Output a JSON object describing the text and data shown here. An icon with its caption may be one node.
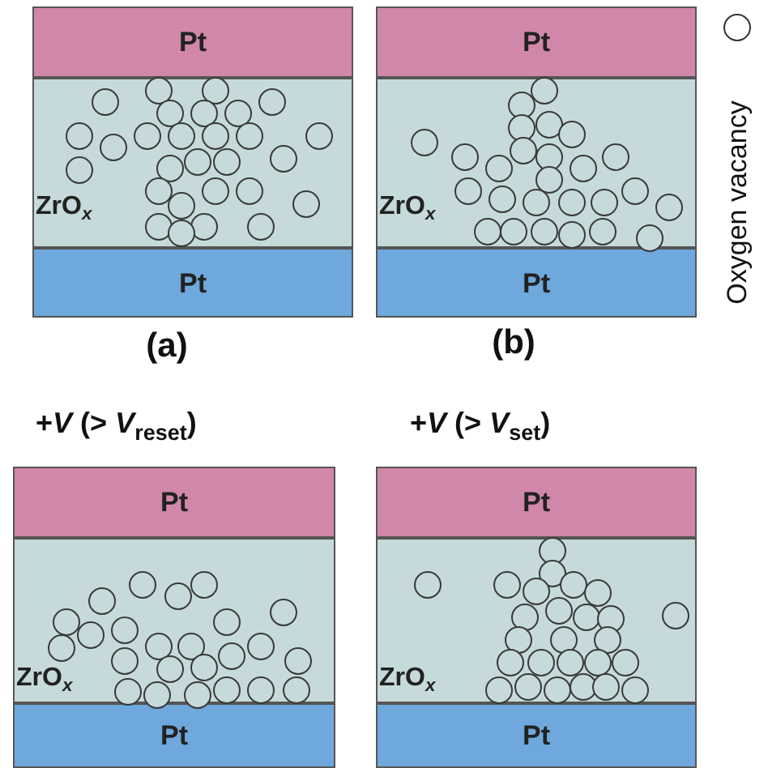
{
  "diagram": {
    "nodes": [
      {
        "text": [
          "Pt"
        ]
      },
      {
        "text": [
          "ZrO$_{x}$"
        ]
      },
      {
        "text": [
          "Pt"
        ]
      },
      {
        "text": [
          "Pt"
        ]
      },
      {
        "text": [
          "ZrO$_{x}$"
        ]
      },
      {
        "text": [
          "Pt"
        ]
      },
      {
        "text": [
          "Pt"
        ]
      },
      {
        "text": [
          "ZrO$_{x}$"
        ]
      },
      {
        "text": [
          "Pt"
        ]
      },
      {
        "text": [
          "Pt"
        ]
      },
      {
        "text": [
          "ZrO$_{x}$"
        ]
      },
      {
        "text": [
          "Pt"
        ]
      }
    ],
    "edges": [],
    "labels": [
      "(a)",
      "(b)",
      "+*V* (> *V*$_{reset}$)",
      "+*V* (> *V*$_{set}$)"
    ],
    "legend": [
      {
        "text": "Oxygen vacancy"
      }
    ]
  }
}
